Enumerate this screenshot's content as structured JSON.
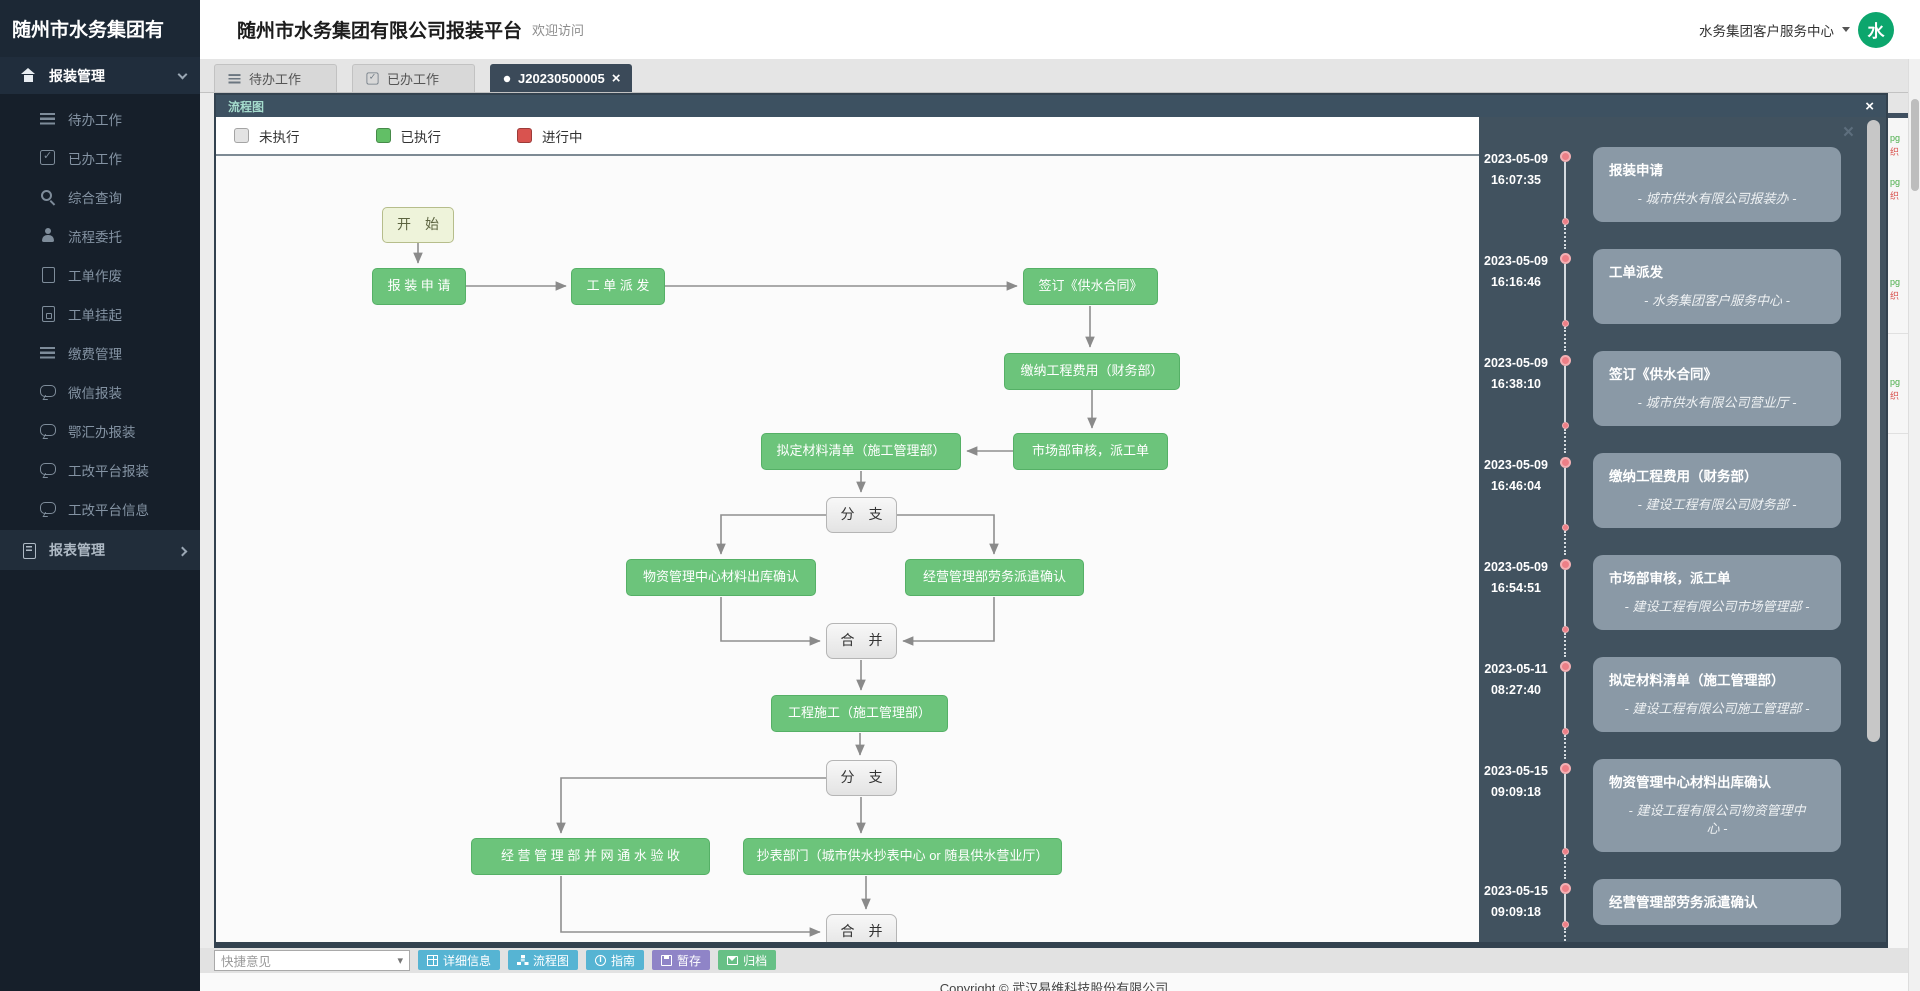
{
  "sidebar": {
    "title": "随州市水务集团有",
    "parent": {
      "label": "报装管理",
      "icon": "home"
    },
    "items": [
      {
        "label": "待办工作",
        "icon": "list"
      },
      {
        "label": "已办工作",
        "icon": "check"
      },
      {
        "label": "综合查询",
        "icon": "search"
      },
      {
        "label": "流程委托",
        "icon": "user"
      },
      {
        "label": "工单作废",
        "icon": "file"
      },
      {
        "label": "工单挂起",
        "icon": "file2"
      },
      {
        "label": "缴费管理",
        "icon": "list"
      },
      {
        "label": "微信报装",
        "icon": "comment"
      },
      {
        "label": "鄂汇办报装",
        "icon": "comment"
      },
      {
        "label": "工改平台报装",
        "icon": "comment"
      },
      {
        "label": "工改平台信息",
        "icon": "comment"
      }
    ],
    "reports": {
      "label": "报表管理",
      "icon": "report"
    }
  },
  "header": {
    "title": "随州市水务集团有限公司报装平台",
    "welcome": "欢迎访问",
    "user_menu": "水务集团客户服务中心",
    "avatar_text": "水"
  },
  "tabs": {
    "todo": "待办工作",
    "done": "已办工作",
    "order": "J20230500005"
  },
  "flow_modal": {
    "title": "流程图",
    "close_label": "×",
    "legend": [
      {
        "label": "未执行",
        "color": "#e3e3e3"
      },
      {
        "label": "已执行",
        "color": "#62bf66"
      },
      {
        "label": "进行中",
        "color": "#d9534f"
      }
    ],
    "nodes": [
      {
        "label": "开　始",
        "type": "start"
      },
      {
        "label": "报 装 申 请",
        "type": "step"
      },
      {
        "label": "工 单 派 发",
        "type": "step"
      },
      {
        "label": "签订《供水合同》",
        "type": "step"
      },
      {
        "label": "缴纳工程费用（财务部）",
        "type": "step"
      },
      {
        "label": "拟定材料清单（施工管理部）",
        "type": "step"
      },
      {
        "label": "市场部审核，派工单",
        "type": "step"
      },
      {
        "label": "分　支",
        "type": "gateway"
      },
      {
        "label": "物资管理中心材料出库确认",
        "type": "step"
      },
      {
        "label": "经营管理部劳务派遣确认",
        "type": "step"
      },
      {
        "label": "合　并",
        "type": "gateway"
      },
      {
        "label": "工程施工（施工管理部）",
        "type": "step"
      },
      {
        "label": "分　支",
        "type": "gateway"
      },
      {
        "label": "经 营 管 理 部 并 网 通 水 验 收",
        "type": "step"
      },
      {
        "label": "抄表部门（城市供水抄表中心 or 随县供水营业厅）",
        "type": "step"
      },
      {
        "label": "合　并",
        "type": "gateway"
      }
    ]
  },
  "timeline": [
    {
      "date": "2023-05-09",
      "time": "16:07:35",
      "title": "报装申请",
      "dept": "- 城市供水有限公司报装办 -"
    },
    {
      "date": "2023-05-09",
      "time": "16:16:46",
      "title": "工单派发",
      "dept": "- 水务集团客户服务中心 -"
    },
    {
      "date": "2023-05-09",
      "time": "16:38:10",
      "title": "签订《供水合同》",
      "dept": "- 城市供水有限公司营业厅 -"
    },
    {
      "date": "2023-05-09",
      "time": "16:46:04",
      "title": "缴纳工程费用（财务部）",
      "dept": "- 建设工程有限公司财务部 -"
    },
    {
      "date": "2023-05-09",
      "time": "16:54:51",
      "title": "市场部审核，派工单",
      "dept": "- 建设工程有限公司市场管理部 -"
    },
    {
      "date": "2023-05-11",
      "time": "08:27:40",
      "title": "拟定材料清单（施工管理部）",
      "dept": "- 建设工程有限公司施工管理部 -"
    },
    {
      "date": "2023-05-15",
      "time": "09:09:18",
      "title": "物资管理中心材料出库确认",
      "dept": "- 建设工程有限公司物资管理中心 -"
    },
    {
      "date": "2023-05-15",
      "time": "09:09:18",
      "title": "经营管理部劳务派遣确认",
      "dept": ""
    }
  ],
  "actions": {
    "quick_opinion_placeholder": "快捷意见",
    "buttons": [
      {
        "label": "详细信息",
        "color": "#56b4d3",
        "icon": "table"
      },
      {
        "label": "流程图",
        "color": "#56b4d3",
        "icon": "sitemap"
      },
      {
        "label": "指南",
        "color": "#56b4d3",
        "icon": "info"
      },
      {
        "label": "暂存",
        "color": "#8f84c7",
        "icon": "save"
      },
      {
        "label": "归档",
        "color": "#67c086",
        "icon": "mail"
      }
    ]
  },
  "footer": {
    "copyright": "Copyright © 武汉易维科技股份有限公司"
  },
  "page_edge": {
    "fragments": [
      {
        "top": "pg",
        "bottom": "织"
      },
      {
        "top": "pg",
        "bottom": "织"
      },
      {
        "top": "pg",
        "bottom": "织"
      },
      {
        "top": "pg",
        "bottom": "织"
      }
    ]
  }
}
